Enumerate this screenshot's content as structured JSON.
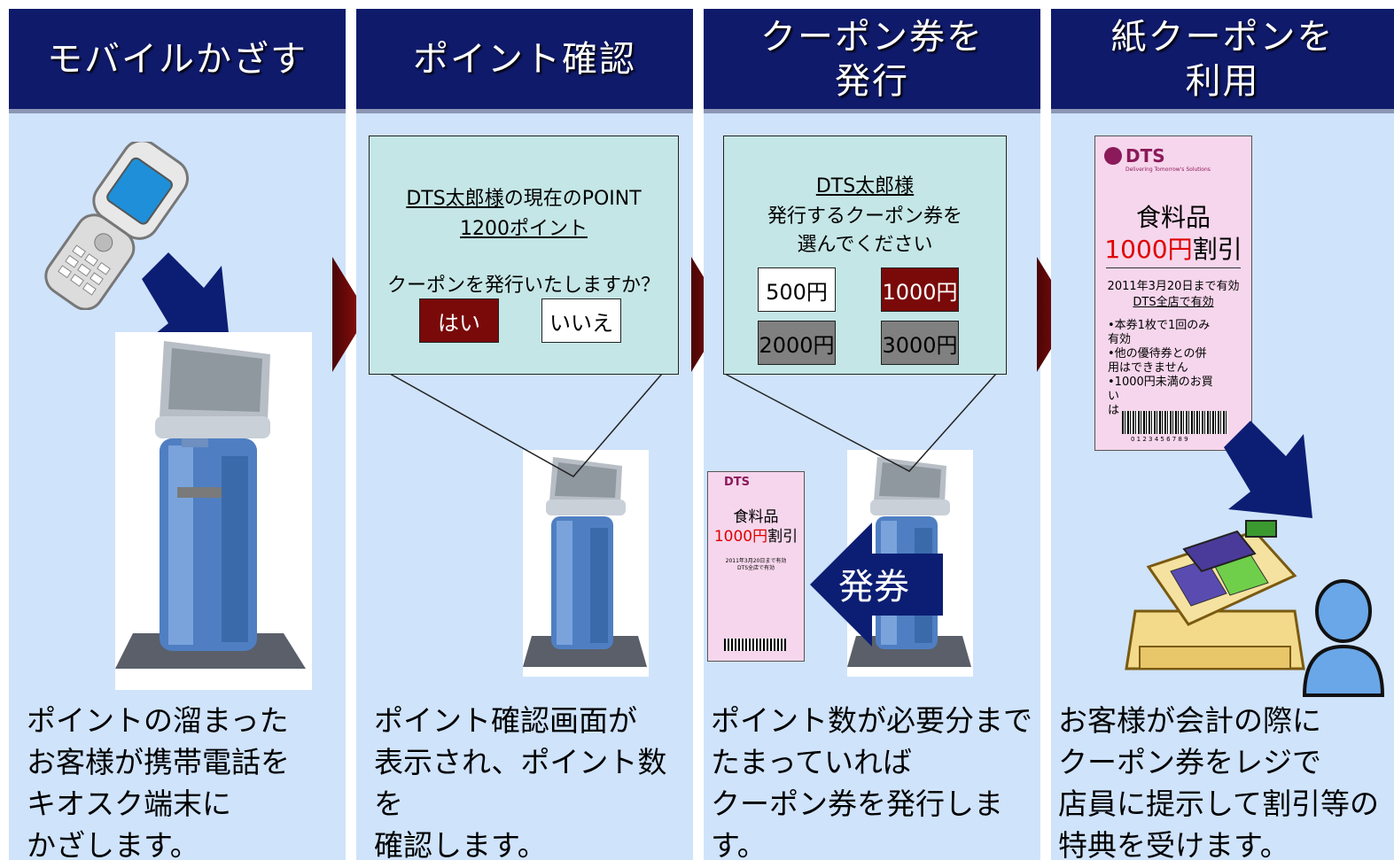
{
  "steps": [
    {
      "title": "モバイルかざす",
      "caption": "ポイントの溜まった\nお客様が携帯電話を\nキオスク端末に\nかざします。"
    },
    {
      "title": "ポイント確認",
      "caption": "ポイント確認画面が\n表示され、ポイント数を\n確認します。"
    },
    {
      "title": "クーポン券を\n発行",
      "caption": "ポイント数が必要分まで\nたまっていれば\nクーポン券を発行します。"
    },
    {
      "title": "紙クーポンを\n利用",
      "caption": "お客様が会計の際に\nクーポン券をレジで\n店員に提示して割引等の\n特典を受けます。"
    }
  ],
  "confirm_screen": {
    "customer": "DTS太郎様",
    "line1_rest": "の現在のPOINT",
    "points": "1200ポイント",
    "question": "クーポンを発行いたしますか？",
    "yes": "はい",
    "no": "いいえ"
  },
  "issue_screen": {
    "customer": "DTS太郎様",
    "line2": "発行するクーポン券を",
    "line3": "選んでください",
    "options": [
      "500円",
      "1000円",
      "2000円",
      "3000円"
    ]
  },
  "issue_arrow_label": "発券",
  "coupon": {
    "brand": "DTS",
    "brand_sub": "Delivering Tomorrow's Solutions",
    "category": "食料品",
    "amount": "1000円",
    "discount": "割引",
    "valid_until": "2011年3月20日まで有効",
    "stores": "DTS全店で有効",
    "notes": [
      "•本券1枚で1回のみ",
      "有効",
      "•他の優待券との併",
      "用はできません",
      "•1000円未満のお買",
      "い",
      "は"
    ],
    "barcode_digits": "0 1 2 3 4 5 6 7 8 9"
  },
  "colors": {
    "header_bg": "#0f1a6b",
    "column_bg": "#cfe3fb",
    "screen_bg": "#c5e6e6",
    "accent_red": "#7a0a0a",
    "option_gray": "#808080",
    "arrow_blue": "#0c1e73"
  }
}
